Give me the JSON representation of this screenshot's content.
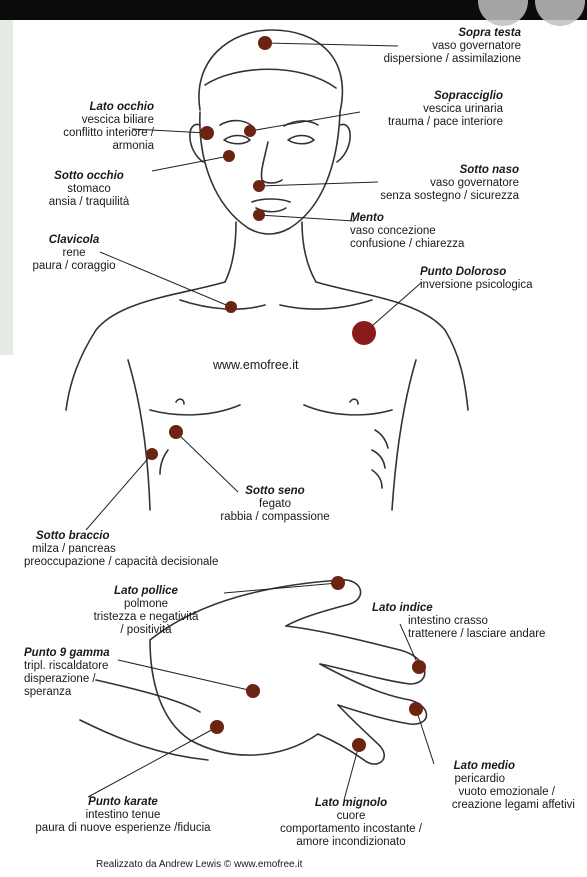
{
  "website": "www.emofree.it",
  "credit": "Realizzato da Andrew Lewis © www.emofree.it",
  "colors": {
    "point": "#6b2410",
    "big_point": "#8a1b1b",
    "line": "#222222"
  },
  "labels": {
    "sopra_testa": {
      "title": "Sopra testa",
      "lines": [
        "vaso governatore",
        "dispersione / assimilazione"
      ]
    },
    "sopracciglio": {
      "title": "Sopracciglio",
      "lines": [
        "vescica urinaria",
        "trauma / pace interiore"
      ]
    },
    "lato_occhio": {
      "title": "Lato occhio",
      "lines": [
        "vescica biliare",
        "conflitto interiore /",
        "armonia"
      ]
    },
    "sotto_occhio": {
      "title": "Sotto occhio",
      "lines": [
        "stomaco",
        "ansia / traquilità"
      ]
    },
    "sotto_naso": {
      "title": "Sotto naso",
      "lines": [
        "vaso governatore",
        "senza sostegno / sicurezza"
      ]
    },
    "mento": {
      "title": "Mento",
      "lines": [
        "vaso concezione",
        "confusione / chiarezza"
      ]
    },
    "clavicola": {
      "title": "Clavicola",
      "lines": [
        "rene",
        "paura / coraggio"
      ]
    },
    "punto_doloroso": {
      "title": "Punto Doloroso",
      "lines": [
        "inversione psicologica"
      ]
    },
    "sotto_seno": {
      "title": "Sotto seno",
      "lines": [
        "fegato",
        "rabbia / compassione"
      ]
    },
    "sotto_braccio": {
      "title": "Sotto braccio",
      "lines": [
        "milza / pancreas",
        "preoccupazione / capacità decisionale"
      ]
    },
    "lato_pollice": {
      "title": "Lato pollice",
      "lines": [
        "polmone",
        "tristezza e negatività",
        "/ positività"
      ]
    },
    "lato_indice": {
      "title": "Lato indice",
      "lines": [
        "intestino crasso",
        "trattenere / lasciare andare"
      ]
    },
    "punto_9_gamma": {
      "title": "Punto 9 gamma",
      "lines": [
        "tripl. riscaldatore",
        "disperazione /",
        "speranza"
      ]
    },
    "lato_medio": {
      "title": "Lato medio",
      "lines": [
        "pericardio",
        "vuoto emozionale /",
        "creazione legami affetivi"
      ]
    },
    "punto_karate": {
      "title": "Punto karate",
      "lines": [
        "intestino tenue",
        "paura di nuove esperienze /fiducia"
      ]
    },
    "lato_mignolo": {
      "title": "Lato mignolo",
      "lines": [
        "cuore",
        "comportamento incostante /",
        "amore incondizionato"
      ]
    }
  }
}
